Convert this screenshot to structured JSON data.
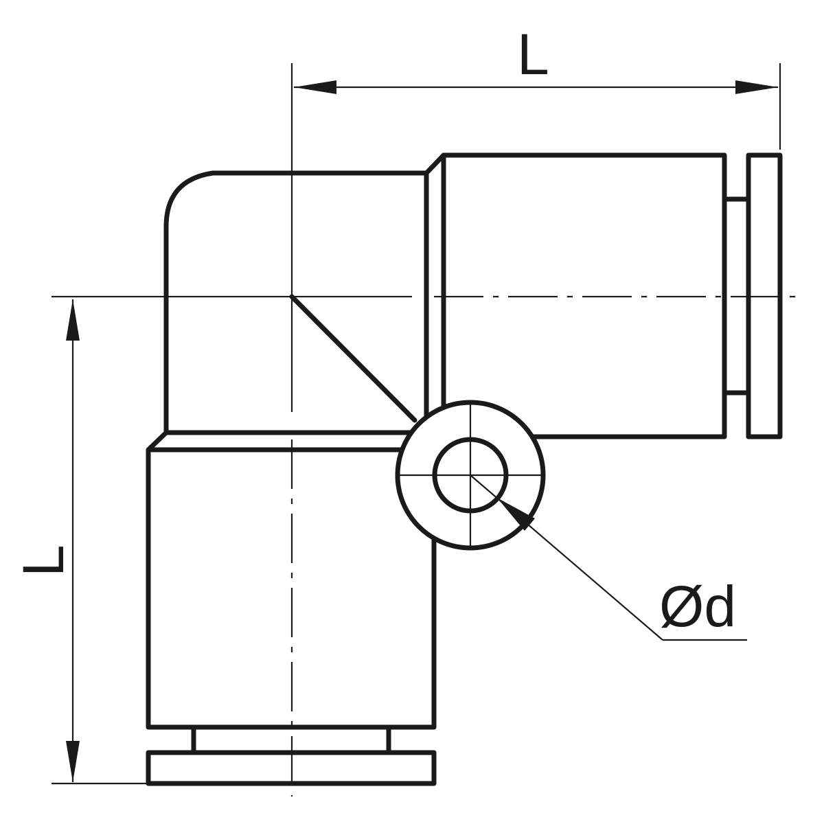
{
  "dimensions": {
    "length_label_horizontal": "L",
    "length_label_vertical": "L",
    "diameter_label": "Ød"
  },
  "colors": {
    "line": "#1a1a1a",
    "background": "#ffffff"
  }
}
